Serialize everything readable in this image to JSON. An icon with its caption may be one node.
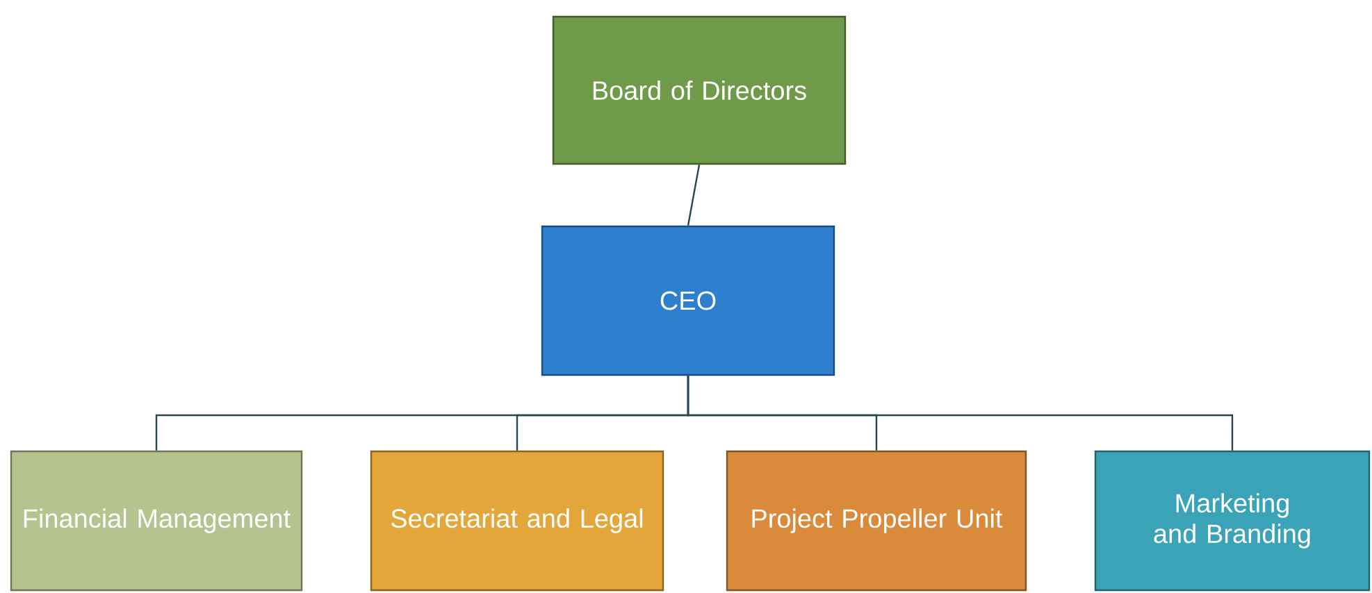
{
  "diagram": {
    "nodes": [
      {
        "text": [
          "Board of Directors"
        ]
      },
      {
        "text": [
          "CEO"
        ]
      },
      {
        "text": [
          "Financial Management"
        ]
      },
      {
        "text": [
          "Secretariat and Legal"
        ]
      },
      {
        "text": [
          "Project Propeller Unit"
        ]
      },
      {
        "text": [
          "Marketing and Branding"
        ]
      }
    ],
    "edges": [
      {
        "from": 0,
        "to": 1,
        "arrow": "none"
      },
      {
        "from": 1,
        "to": 2,
        "arrow": "none"
      },
      {
        "from": 1,
        "to": 3,
        "arrow": "none"
      },
      {
        "from": 1,
        "to": 4,
        "arrow": "none"
      },
      {
        "from": 1,
        "to": 5,
        "arrow": "none"
      }
    ]
  }
}
